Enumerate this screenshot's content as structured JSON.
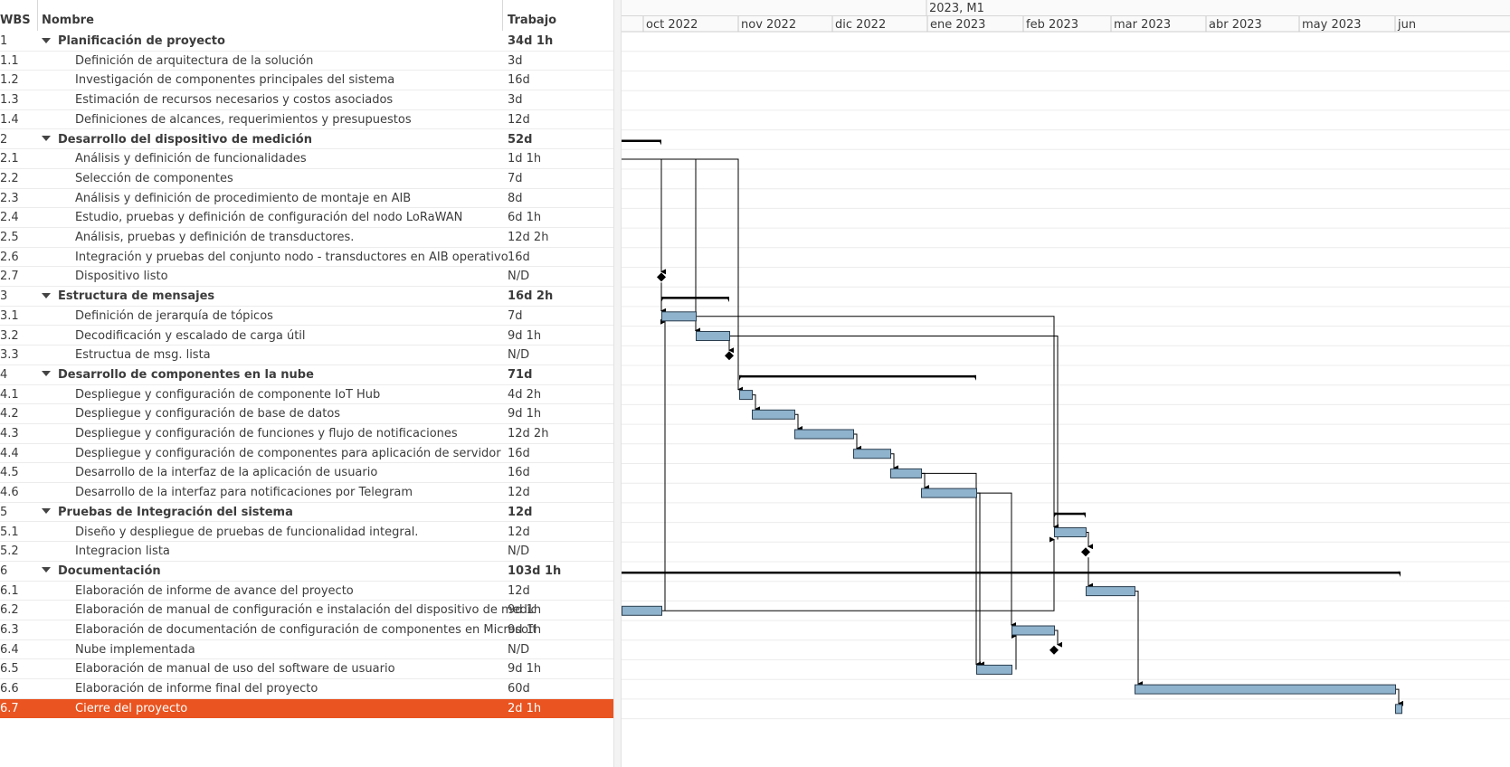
{
  "columns": {
    "wbs": "WBS",
    "name": "Nombre",
    "work": "Trabajo"
  },
  "timeline": {
    "top_label": "2023, M1",
    "months": [
      "oct 2022",
      "nov 2022",
      "dic 2022",
      "ene 2023",
      "feb 2023",
      "mar 2023",
      "abr 2023",
      "may 2023",
      "jun"
    ]
  },
  "colors": {
    "bar_fill": "#8fb3cc",
    "bar_stroke": "#2b3e4f",
    "selection": "#e95420"
  },
  "tasks": [
    {
      "wbs": "1",
      "name": "Planificación de proyecto",
      "work": "34d 1h",
      "summary": true
    },
    {
      "wbs": "1.1",
      "name": "Definición de arquitectura de la solución",
      "work": "3d"
    },
    {
      "wbs": "1.2",
      "name": "Investigación de componentes principales del sistema",
      "work": "16d"
    },
    {
      "wbs": "1.3",
      "name": "Estimación de recursos necesarios y costos asociados",
      "work": "3d"
    },
    {
      "wbs": "1.4",
      "name": "Definiciones de alcances, requerimientos y presupuestos",
      "work": "12d"
    },
    {
      "wbs": "2",
      "name": "Desarrollo del dispositivo de medición",
      "work": "52d",
      "summary": true
    },
    {
      "wbs": "2.1",
      "name": "Análisis y definición de funcionalidades",
      "work": "1d 1h"
    },
    {
      "wbs": "2.2",
      "name": "Selección de componentes",
      "work": "7d"
    },
    {
      "wbs": "2.3",
      "name": "Análisis y definición de procedimiento de montaje en AIB",
      "work": "8d"
    },
    {
      "wbs": "2.4",
      "name": "Estudio, pruebas y definición de configuración del nodo LoRaWAN",
      "work": "6d 1h"
    },
    {
      "wbs": "2.5",
      "name": "Análisis, pruebas y definición de transductores.",
      "work": "12d 2h"
    },
    {
      "wbs": "2.6",
      "name": "Integración y pruebas del conjunto nodo - transductores en AIB operativo",
      "work": "16d"
    },
    {
      "wbs": "2.7",
      "name": "Dispositivo listo",
      "work": "N/D"
    },
    {
      "wbs": "3",
      "name": "Estructura de mensajes",
      "work": "16d 2h",
      "summary": true
    },
    {
      "wbs": "3.1",
      "name": "Definición de jerarquía de tópicos",
      "work": "7d"
    },
    {
      "wbs": "3.2",
      "name": "Decodificación y escalado de carga útil",
      "work": "9d 1h"
    },
    {
      "wbs": "3.3",
      "name": "Estructua de msg. lista",
      "work": "N/D"
    },
    {
      "wbs": "4",
      "name": "Desarrollo de componentes en la nube",
      "work": "71d",
      "summary": true
    },
    {
      "wbs": "4.1",
      "name": "Despliegue y configuración de componente IoT Hub",
      "work": "4d 2h"
    },
    {
      "wbs": "4.2",
      "name": "Despliegue y configuración de base de datos",
      "work": "9d 1h"
    },
    {
      "wbs": "4.3",
      "name": "Despliegue y configuración de funciones y flujo de notificaciones",
      "work": "12d 2h"
    },
    {
      "wbs": "4.4",
      "name": "Despliegue y configuración de componentes para aplicación de servidor",
      "work": "16d"
    },
    {
      "wbs": "4.5",
      "name": "Desarrollo de la interfaz de la aplicación de usuario",
      "work": "16d"
    },
    {
      "wbs": "4.6",
      "name": "Desarrollo de la interfaz para notificaciones por Telegram",
      "work": "12d"
    },
    {
      "wbs": "5",
      "name": "Pruebas de Integración del sistema",
      "work": "12d",
      "summary": true
    },
    {
      "wbs": "5.1",
      "name": "Diseño y despliegue de pruebas de funcionalidad integral.",
      "work": "12d"
    },
    {
      "wbs": "5.2",
      "name": "Integracion lista",
      "work": "N/D"
    },
    {
      "wbs": "6",
      "name": "Documentación",
      "work": "103d 1h",
      "summary": true
    },
    {
      "wbs": "6.1",
      "name": "Elaboración de informe de avance del proyecto",
      "work": "12d"
    },
    {
      "wbs": "6.2",
      "name": "Elaboración de manual de configuración e instalación del dispositivo de medición",
      "work": "9d 1h"
    },
    {
      "wbs": "6.3",
      "name": "Elaboración de documentación de configuración de componentes en Microsoft Azure",
      "work": "9d 1h"
    },
    {
      "wbs": "6.4",
      "name": "Nube implementada",
      "work": "N/D"
    },
    {
      "wbs": "6.5",
      "name": "Elaboración de manual de uso del software de usuario",
      "work": "9d 1h"
    },
    {
      "wbs": "6.6",
      "name": "Elaboración de informe final del proyecto",
      "work": "60d"
    },
    {
      "wbs": "6.7",
      "name": "Cierre del proyecto",
      "work": "2d 1h",
      "selected": true
    }
  ],
  "bar_labels": {
    "2.6": "e, c",
    "3.1": "e",
    "3.2": "e",
    "4.1": "e",
    "4.2": "e",
    "4.3": "e",
    "4.4": "e, c",
    "4.5": "e, c",
    "4.6": "e",
    "5.1": "e, c",
    "6.1": "e",
    "6.2": "e",
    "6.3": "e",
    "6.5": "e",
    "6.6": "e",
    "6.7": "e"
  }
}
